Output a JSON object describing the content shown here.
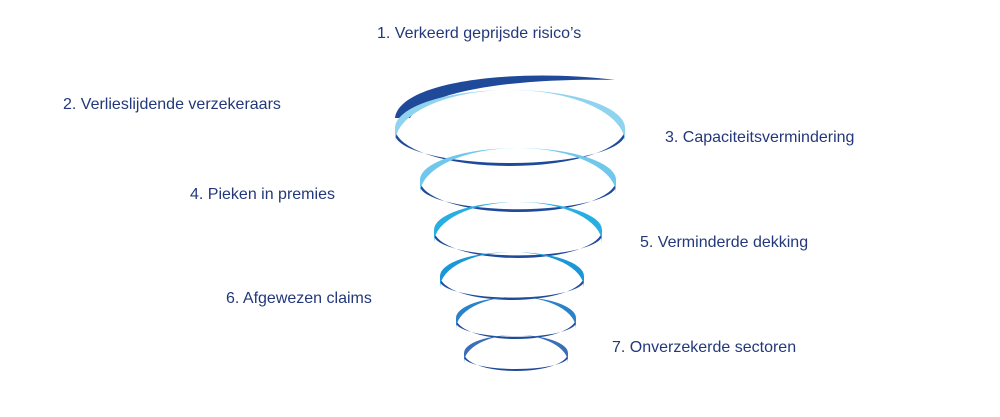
{
  "labels": [
    "1. Verkeerd geprijsde risico’s",
    "2. Verlieslijdende verzekeraars",
    "3. Capaciteitsvermindering",
    "4. Pieken in premies",
    "5. Verminderde dekking",
    "6. Afgewezen claims",
    "7. Onverzekerde sectoren"
  ],
  "colors": {
    "text": "#23387a",
    "back_band": "#1f4a9a",
    "front_bands": [
      "#8fd3ee",
      "#6fc7ec",
      "#28aee0",
      "#1a97d6",
      "#2a82c9",
      "#3a6fb8"
    ]
  }
}
